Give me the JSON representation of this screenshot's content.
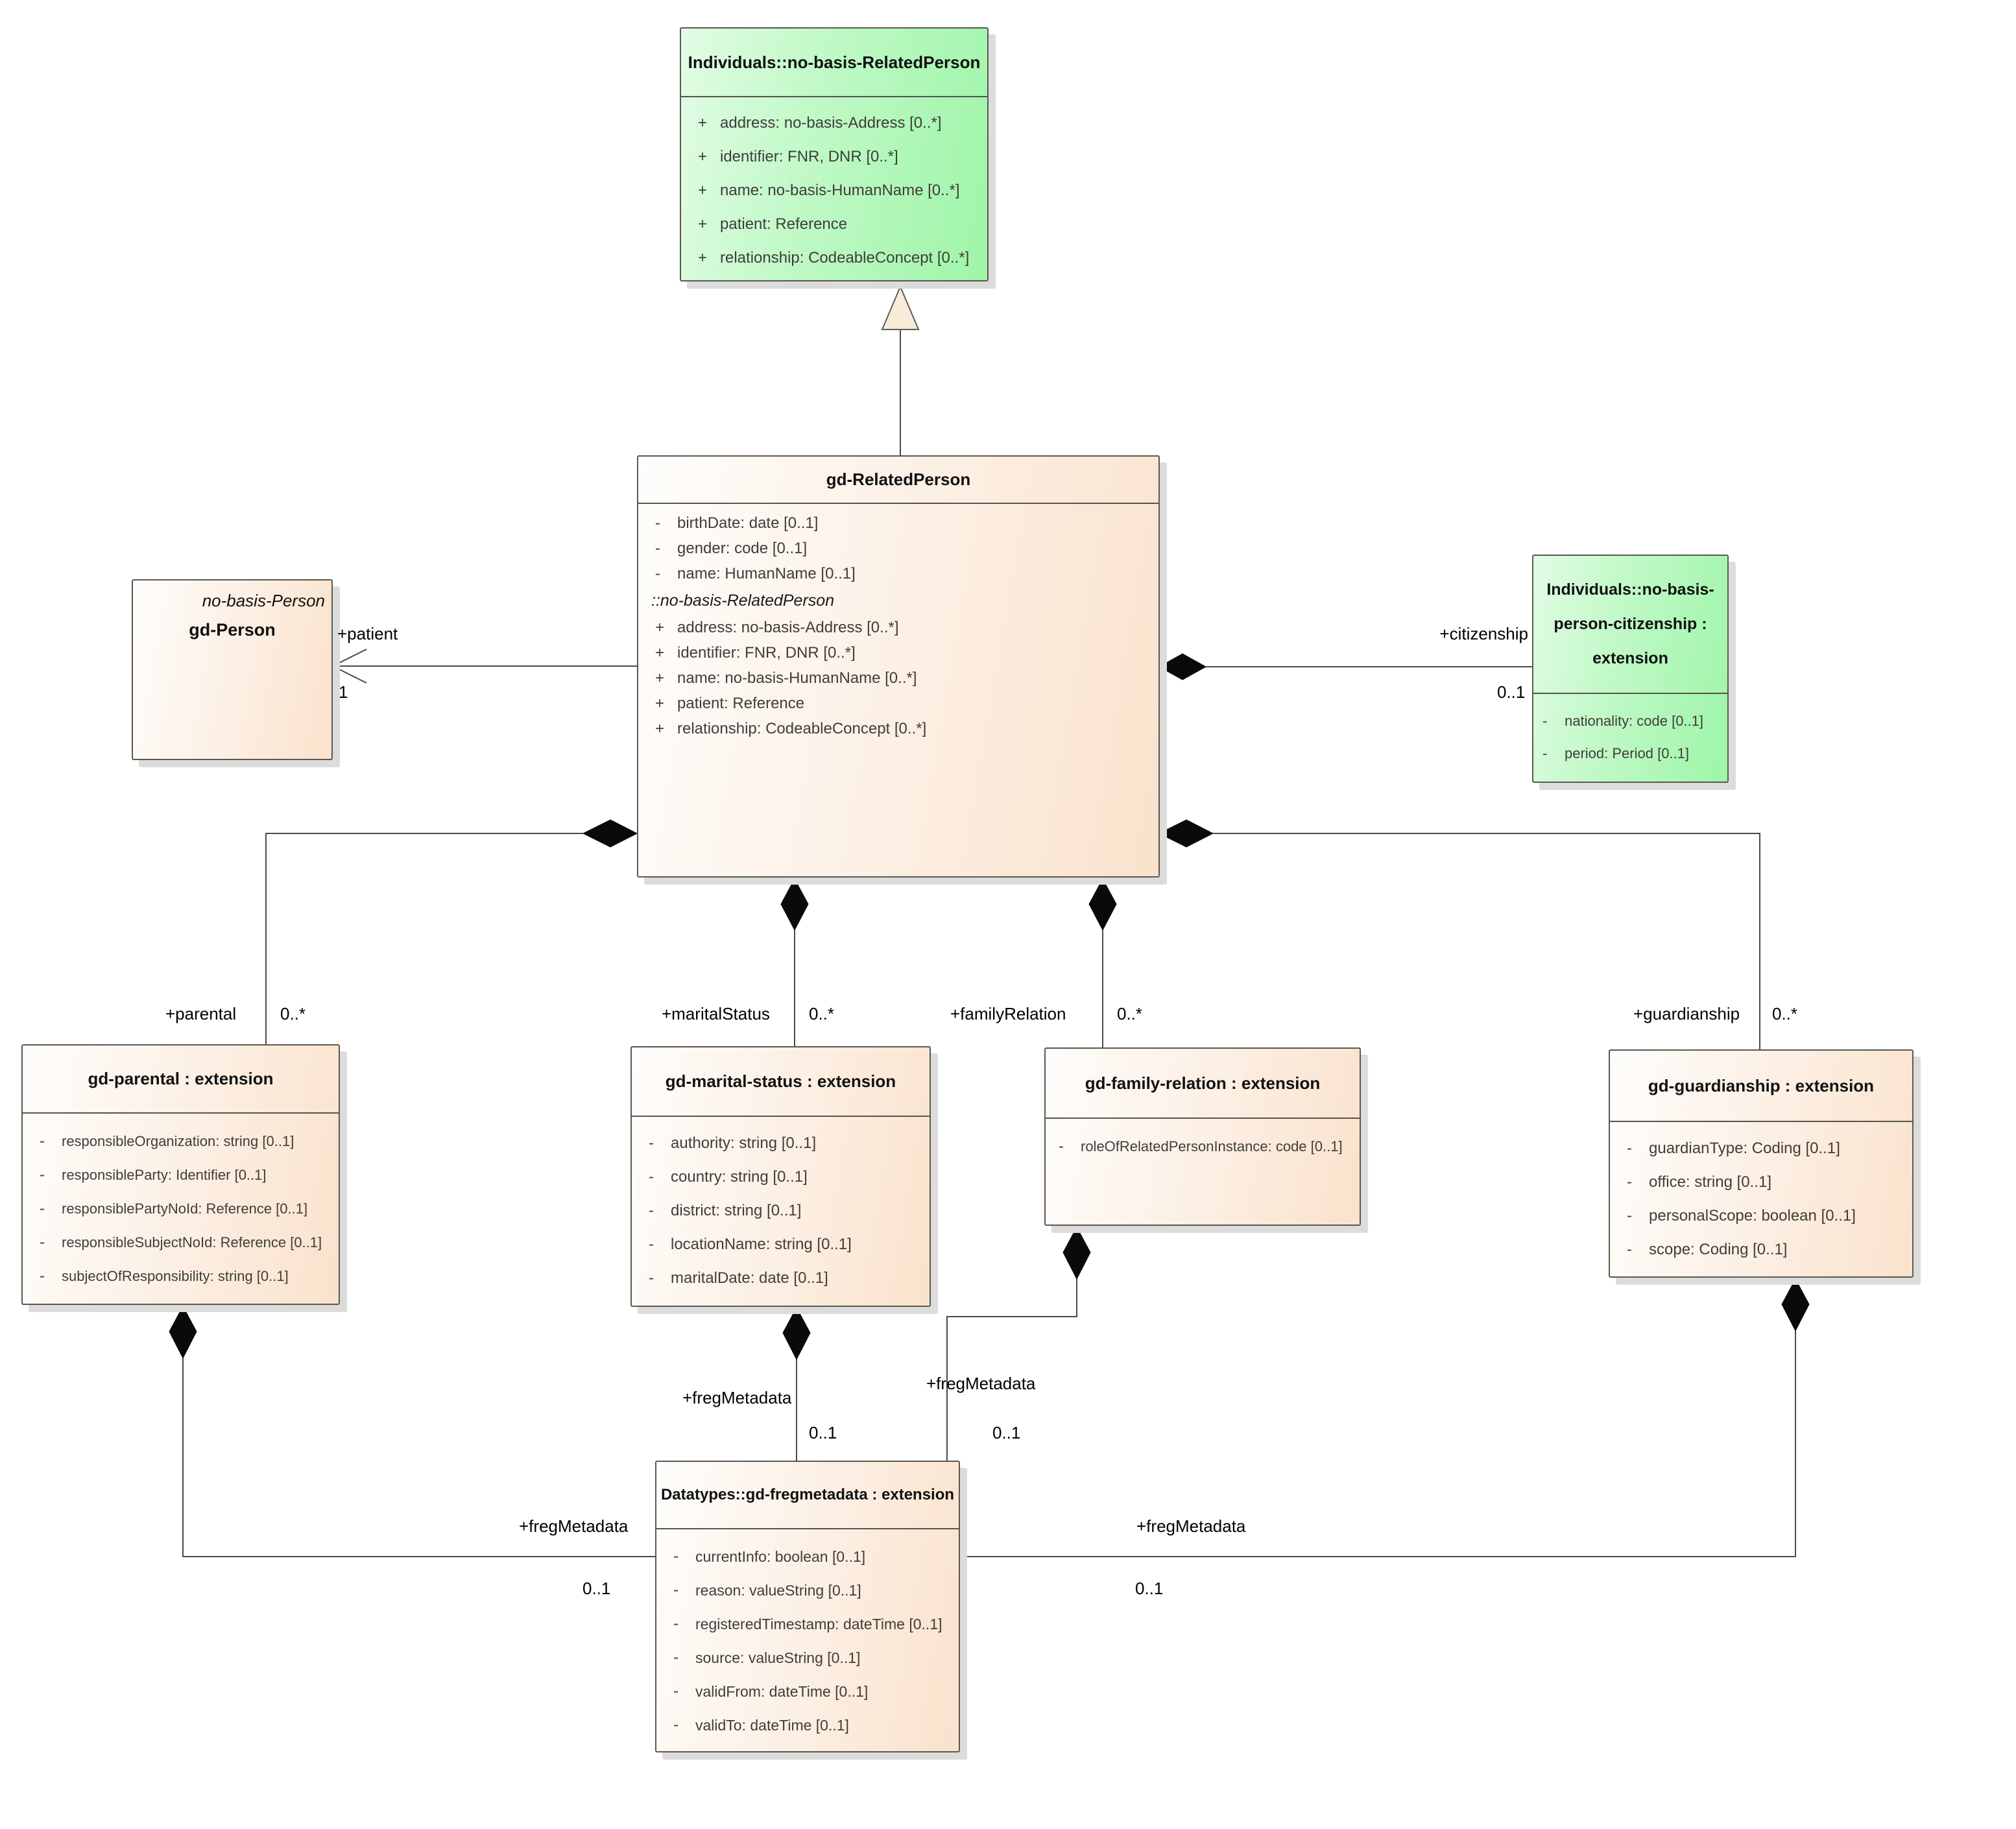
{
  "diagram": {
    "classes": {
      "no_basis_related_person": {
        "title": "Individuals::no-basis-RelatedPerson",
        "attrs": [
          {
            "v": "+",
            "t": "address: no-basis-Address [0..*]"
          },
          {
            "v": "+",
            "t": "identifier: FNR, DNR [0..*]"
          },
          {
            "v": "+",
            "t": "name: no-basis-HumanName [0..*]"
          },
          {
            "v": "+",
            "t": "patient: Reference"
          },
          {
            "v": "+",
            "t": "relationship: CodeableConcept [0..*]"
          }
        ]
      },
      "gd_related_person": {
        "title": "gd-RelatedPerson",
        "attrs1": [
          {
            "v": "-",
            "t": "birthDate: date [0..1]"
          },
          {
            "v": "-",
            "t": "gender: code [0..1]"
          },
          {
            "v": "-",
            "t": "name: HumanName [0..1]"
          }
        ],
        "subheader": "::no-basis-RelatedPerson",
        "attrs2": [
          {
            "v": "+",
            "t": "address: no-basis-Address [0..*]"
          },
          {
            "v": "+",
            "t": "identifier: FNR, DNR [0..*]"
          },
          {
            "v": "+",
            "t": "name: no-basis-HumanName [0..*]"
          },
          {
            "v": "+",
            "t": "patient: Reference"
          },
          {
            "v": "+",
            "t": "relationship: CodeableConcept [0..*]"
          }
        ]
      },
      "gd_person": {
        "stereotype": "no-basis-Person",
        "title": "gd-Person"
      },
      "citizenship": {
        "title_lines": [
          "Individuals::no-basis-",
          "person-citizenship :",
          "extension"
        ],
        "attrs": [
          {
            "v": "-",
            "t": "nationality: code [0..1]"
          },
          {
            "v": "-",
            "t": "period: Period [0..1]"
          }
        ]
      },
      "gd_parental": {
        "title": "gd-parental : extension",
        "attrs": [
          {
            "v": "-",
            "t": "responsibleOrganization: string [0..1]"
          },
          {
            "v": "-",
            "t": "responsibleParty: Identifier [0..1]"
          },
          {
            "v": "-",
            "t": "responsiblePartyNoId: Reference [0..1]"
          },
          {
            "v": "-",
            "t": "responsibleSubjectNoId: Reference [0..1]"
          },
          {
            "v": "-",
            "t": "subjectOfResponsibility: string [0..1]"
          }
        ]
      },
      "gd_marital_status": {
        "title": "gd-marital-status : extension",
        "attrs": [
          {
            "v": "-",
            "t": "authority: string [0..1]"
          },
          {
            "v": "-",
            "t": "country: string [0..1]"
          },
          {
            "v": "-",
            "t": "district: string [0..1]"
          },
          {
            "v": "-",
            "t": "locationName: string [0..1]"
          },
          {
            "v": "-",
            "t": "maritalDate: date [0..1]"
          }
        ]
      },
      "gd_family_relation": {
        "title": "gd-family-relation : extension",
        "attrs": [
          {
            "v": "-",
            "t": "roleOfRelatedPersonInstance: code [0..1]"
          }
        ]
      },
      "gd_guardianship": {
        "title": "gd-guardianship : extension",
        "attrs": [
          {
            "v": "-",
            "t": "guardianType: Coding [0..1]"
          },
          {
            "v": "-",
            "t": "office: string [0..1]"
          },
          {
            "v": "-",
            "t": "personalScope: boolean [0..1]"
          },
          {
            "v": "-",
            "t": "scope: Coding [0..1]"
          }
        ]
      },
      "gd_fregmetadata": {
        "title": "Datatypes::gd-fregmetadata : extension",
        "attrs": [
          {
            "v": "-",
            "t": "currentInfo: boolean [0..1]"
          },
          {
            "v": "-",
            "t": "reason: valueString [0..1]"
          },
          {
            "v": "-",
            "t": "registeredTimestamp: dateTime [0..1]"
          },
          {
            "v": "-",
            "t": "source: valueString [0..1]"
          },
          {
            "v": "-",
            "t": "validFrom: dateTime [0..1]"
          },
          {
            "v": "-",
            "t": "validTo: dateTime [0..1]"
          }
        ]
      }
    },
    "labels": {
      "patient": {
        "role": "+patient",
        "mult": "1"
      },
      "citizenship": {
        "role": "+citizenship",
        "mult": "0..1"
      },
      "parental": {
        "role": "+parental",
        "mult": "0..*"
      },
      "marital": {
        "role": "+maritalStatus",
        "mult": "0..*"
      },
      "family": {
        "role": "+familyRelation",
        "mult": "0..*"
      },
      "guardianship": {
        "role": "+guardianship",
        "mult": "0..*"
      },
      "freg_parental": {
        "role": "+fregMetadata",
        "mult": "0..1"
      },
      "freg_marital": {
        "role": "+fregMetadata",
        "mult": "0..1"
      },
      "freg_family": {
        "role": "+fregMetadata",
        "mult": "0..1"
      },
      "freg_guardianship": {
        "role": "+fregMetadata",
        "mult": "0..1"
      }
    },
    "colors": {
      "green_fill": "#9ef5a8",
      "peach_fill": "#fae2cc",
      "line": "#4a4a4a",
      "diamond": "#0a0a0a",
      "triangle_fill": "#f7ecd9"
    }
  }
}
